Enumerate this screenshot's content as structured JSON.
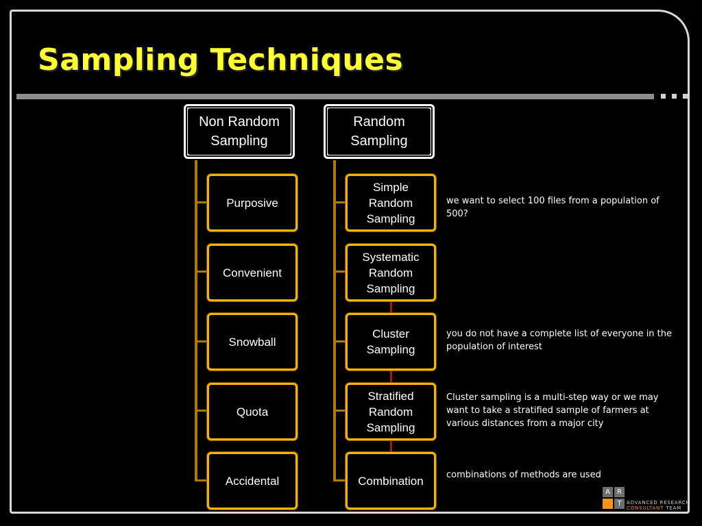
{
  "slide": {
    "title": "Sampling Techniques"
  },
  "non_random": {
    "root": [
      "Non Random",
      "Sampling"
    ],
    "items": [
      [
        "Purposive"
      ],
      [
        "Convenient"
      ],
      [
        "Snowball"
      ],
      [
        "Quota"
      ],
      [
        "Accidental"
      ]
    ]
  },
  "random": {
    "root": [
      "Random",
      "Sampling"
    ],
    "items": [
      [
        "Simple",
        "Random",
        "Sampling"
      ],
      [
        "Systematic",
        "Random",
        "Sampling"
      ],
      [
        "Cluster",
        "Sampling"
      ],
      [
        "Stratified",
        "Random",
        "Sampling"
      ],
      [
        "Combination"
      ]
    ]
  },
  "notes": {
    "simple": "we want to select 100 files from a population of 500?",
    "cluster": "you do not have a complete list of everyone in the population of interest",
    "stratified": "Cluster sampling is a multi-step way or  we may want to take a stratified sample of farmers at various distances from a major city",
    "combination": "combinations of methods are used"
  },
  "logo": {
    "letters": [
      "A",
      "R",
      "T"
    ],
    "line1": "ADVANCED RESEARCH",
    "line2a": "CONSULTANT",
    "line2b": " TEAM"
  },
  "colors": {
    "title": "#ffff33",
    "node_border": "#f5b400",
    "connector": "#b07a00",
    "logo_orange": "#f7941d"
  }
}
